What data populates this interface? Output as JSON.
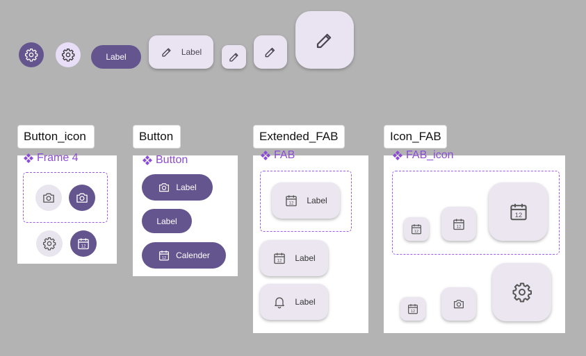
{
  "top_row": {
    "small_button_label": "Label",
    "extended_fab_label": "Label"
  },
  "frames": {
    "button_icon": {
      "tag": "Button_icon",
      "component": "Frame 4"
    },
    "button": {
      "tag": "Button",
      "component": "Button",
      "buttons": [
        "Label",
        "Label",
        "Calender"
      ]
    },
    "extended_fab": {
      "tag": "Extended_FAB",
      "component": "FAB",
      "items": [
        "Label",
        "Label",
        "Label"
      ]
    },
    "icon_fab": {
      "tag": "Icon_FAB",
      "component": "FAB_icon"
    }
  },
  "colors": {
    "primary": "#65558f",
    "tonal": "#e8def8",
    "surface": "#ece6f0",
    "component_purple": "#8c4bd6",
    "canvas": "#b3b3b3"
  }
}
